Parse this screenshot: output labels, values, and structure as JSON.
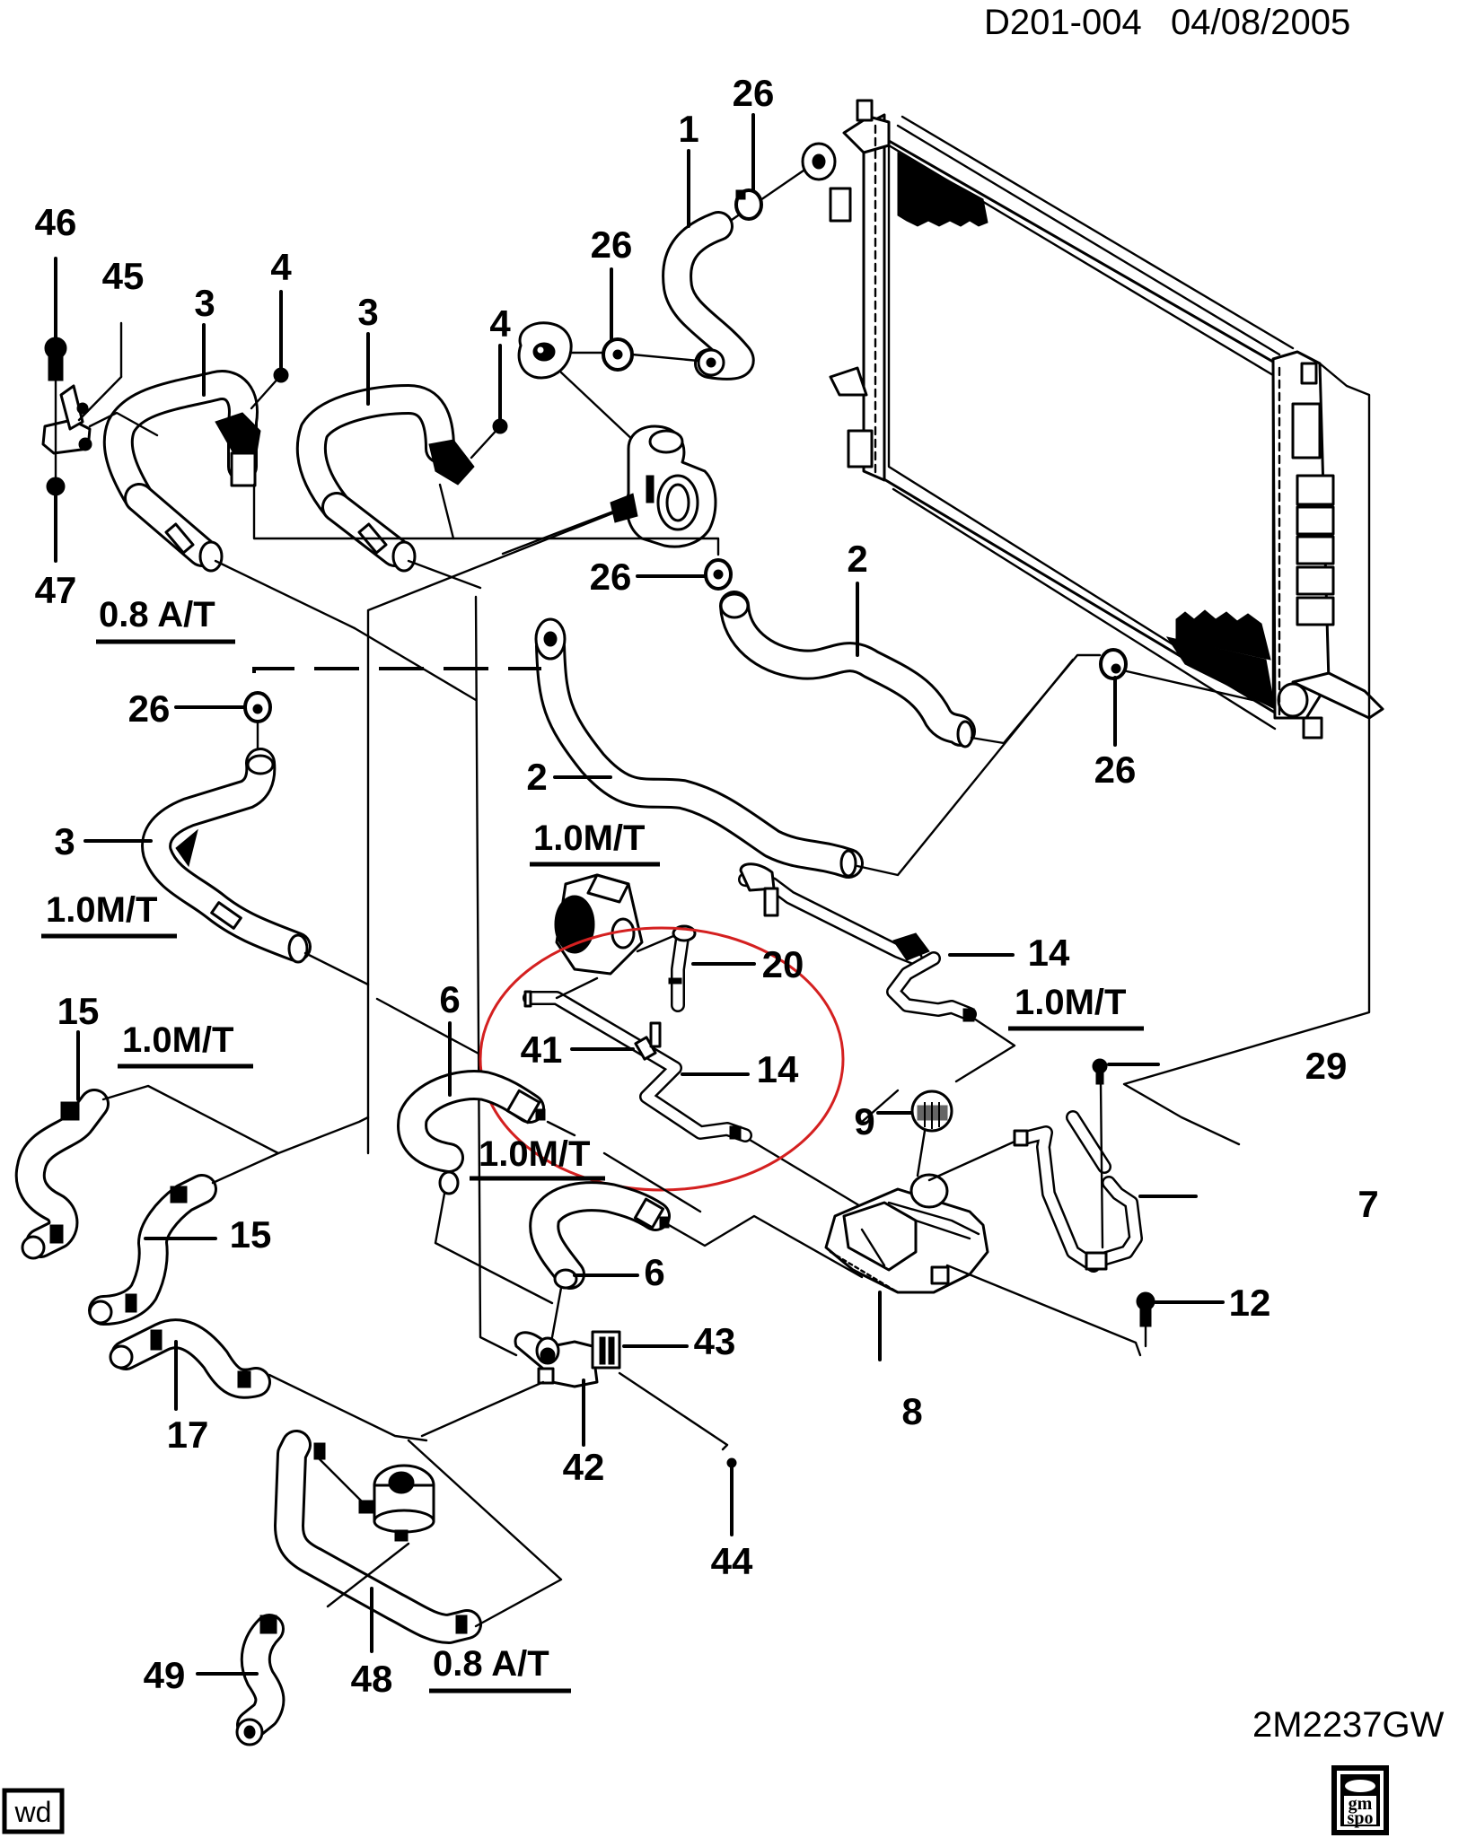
{
  "header": {
    "doc_code": "D201-004",
    "doc_date": "04/08/2005"
  },
  "footer": {
    "illustration_id": "2M2237GW",
    "publisher_badge": {
      "icon": "gm-spo-logo",
      "line1": "gm",
      "line2": "spo"
    },
    "corner_tag": "wd"
  },
  "highlight": {
    "shape": "ellipse",
    "color": "#d42020",
    "encloses_callouts": [
      "20",
      "41",
      "14"
    ]
  },
  "variant_labels": {
    "v1": "0.8 A/T",
    "v2": "1.0M/T",
    "v3": "1.0M/T",
    "v4": "1.0M/T",
    "v5": "1.0M/T",
    "v6": "1.0M/T",
    "v7": "0.8 A/T"
  },
  "callouts": {
    "c1": "1",
    "c2a": "2",
    "c2b": "2",
    "c3a": "3",
    "c3b": "3",
    "c3c": "3",
    "c4a": "4",
    "c4b": "4",
    "c6a": "6",
    "c6b": "6",
    "c7": "7",
    "c8": "8",
    "c9": "9",
    "c12": "12",
    "c14a": "14",
    "c14b": "14",
    "c15a": "15",
    "c15b": "15",
    "c17": "17",
    "c20": "20",
    "c26a": "26",
    "c26b": "26",
    "c26c": "26",
    "c26d": "26",
    "c26e": "26",
    "c29": "29",
    "c41": "41",
    "c42": "42",
    "c43": "43",
    "c44": "44",
    "c45": "45",
    "c46": "46",
    "c47": "47",
    "c48": "48",
    "c49": "49"
  },
  "parts": [
    {
      "name": "radiator",
      "icon": "radiator-icon"
    },
    {
      "name": "thermostat-housing",
      "icon": "thermostat-housing-icon"
    },
    {
      "name": "coolant-reservoir",
      "icon": "reservoir-icon"
    },
    {
      "name": "reservoir-cap",
      "icon": "cap-icon"
    },
    {
      "name": "oil-cooler",
      "icon": "oil-cooler-icon"
    },
    {
      "name": "throttle-body",
      "icon": "throttle-body-icon"
    }
  ]
}
